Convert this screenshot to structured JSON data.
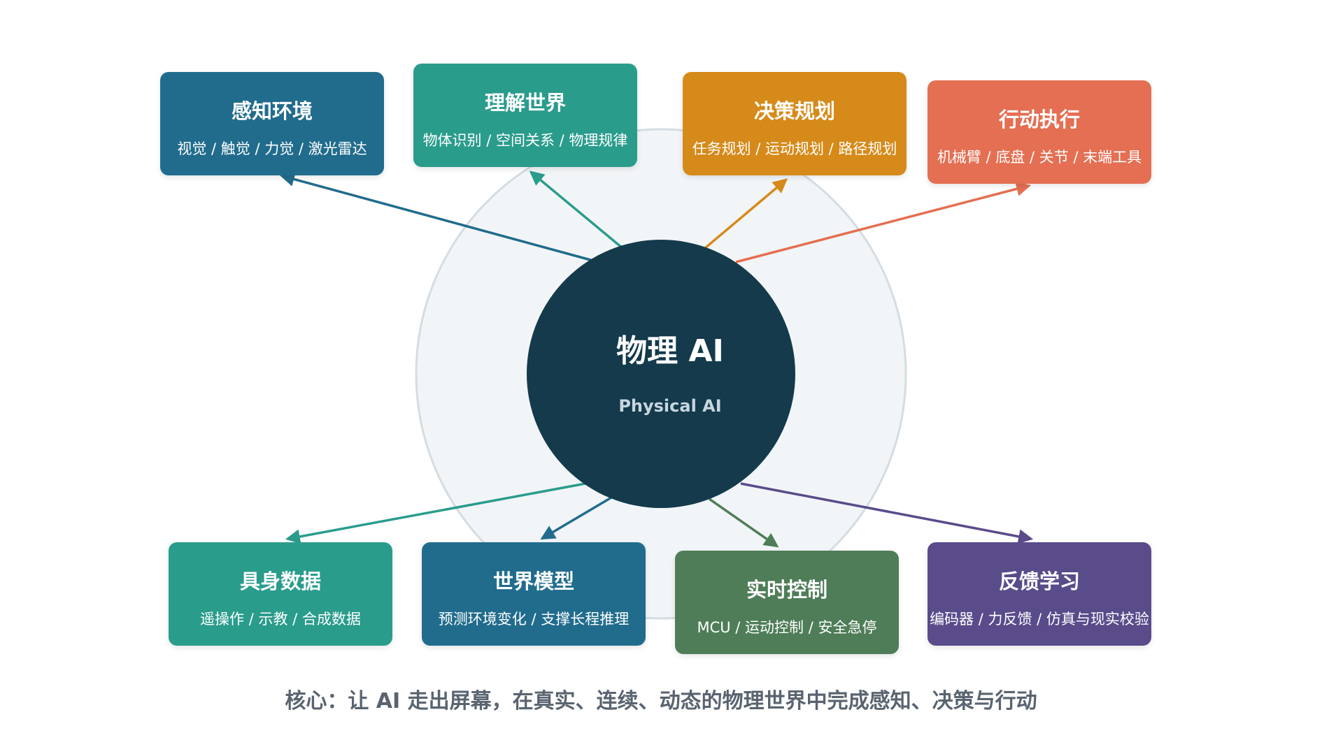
{
  "center": {
    "title": "物理 AI",
    "subtitle": "Physical AI"
  },
  "nodes": [
    {
      "id": "perceive",
      "title": "感知环境",
      "subtitle": "视觉 / 触觉 / 力觉 / 激光雷达",
      "color": "#216c8d"
    },
    {
      "id": "understand",
      "title": "理解世界",
      "subtitle": "物体识别 / 空间关系 / 物理规律",
      "color": "#2a9c8c"
    },
    {
      "id": "plan",
      "title": "决策规划",
      "subtitle": "任务规划 / 运动规划 / 路径规划",
      "color": "#d68a1a"
    },
    {
      "id": "act",
      "title": "行动执行",
      "subtitle": "机械臂 / 底盘 / 关节 / 末端工具",
      "color": "#e46f52"
    },
    {
      "id": "embodied-data",
      "title": "具身数据",
      "subtitle": "遥操作 / 示教 / 合成数据",
      "color": "#2a9c8c"
    },
    {
      "id": "world-model",
      "title": "世界模型",
      "subtitle": "预测环境变化 / 支撑长程推理",
      "color": "#216c8d"
    },
    {
      "id": "realtime-control",
      "title": "实时控制",
      "subtitle": "MCU / 运动控制 / 安全急停",
      "color": "#4e7d57"
    },
    {
      "id": "feedback-learning",
      "title": "反馈学习",
      "subtitle": "编码器 / 力反馈 / 仿真与现实校验",
      "color": "#5a4b8b"
    }
  ],
  "caption": "核心：让 AI 走出屏幕，在真实、连续、动态的物理世界中完成感知、决策与行动",
  "colors": {
    "center_fill": "#143a4c",
    "halo_fill": "#f2f5f7",
    "halo_stroke": "#d3dde3"
  }
}
